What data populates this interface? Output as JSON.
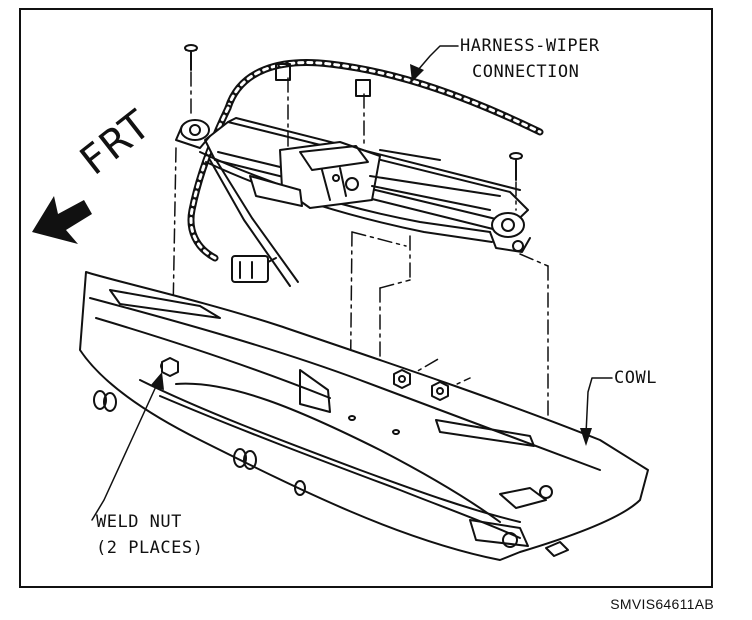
{
  "figure": {
    "code": "SMVIS64611AB"
  },
  "orientation": {
    "direction_label": "FRT"
  },
  "callouts": {
    "harness_line1": "HARNESS-WIPER",
    "harness_line2": "CONNECTION",
    "cowl": "COWL",
    "weld_nut_line1": "WELD NUT",
    "weld_nut_line2": "(2 PLACES)"
  }
}
